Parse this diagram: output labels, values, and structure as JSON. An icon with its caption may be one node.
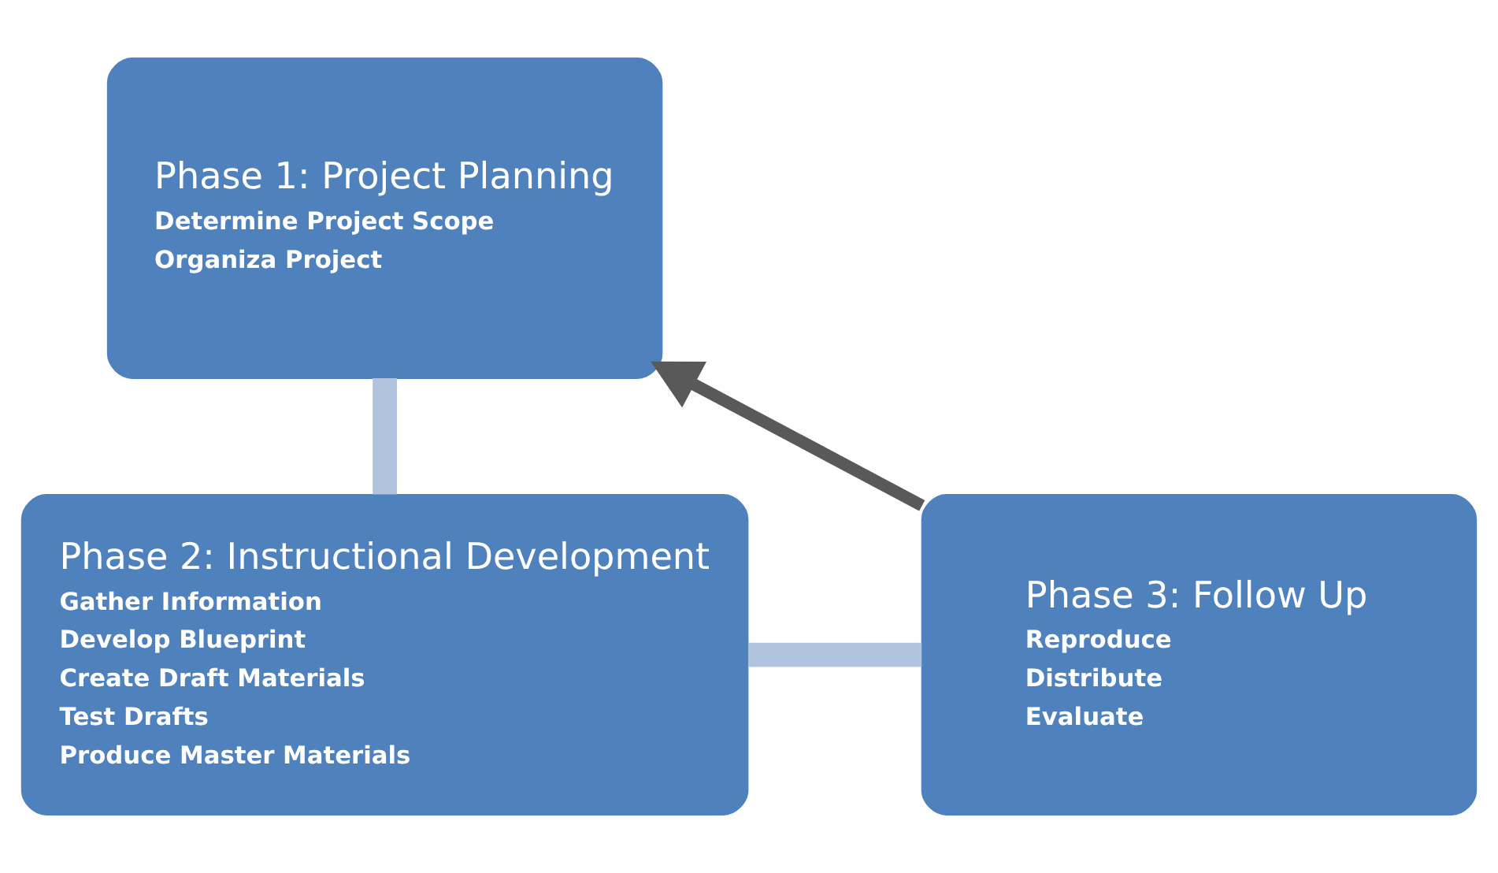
{
  "diagram": {
    "nodes": [
      {
        "text": [
          "Phase 1: Project Planning",
          "Determine Project Scope",
          "Organiza Project"
        ]
      },
      {
        "text": [
          "Phase 2: Instructional Development",
          "Gather Information",
          "Develop Blueprint",
          "Create Draft Materials",
          "Test Drafts",
          "Produce Master Materials"
        ]
      },
      {
        "text": [
          "Phase 3: Follow Up",
          "Reproduce",
          "Distribute",
          "Evaluate"
        ]
      }
    ],
    "edges": [
      {
        "from": 0,
        "to": 1,
        "arrow": "none"
      },
      {
        "from": 1,
        "to": 2,
        "arrow": "none"
      },
      {
        "from": 2,
        "to": 0,
        "arrow": "to",
        "color": "#595959"
      }
    ]
  }
}
